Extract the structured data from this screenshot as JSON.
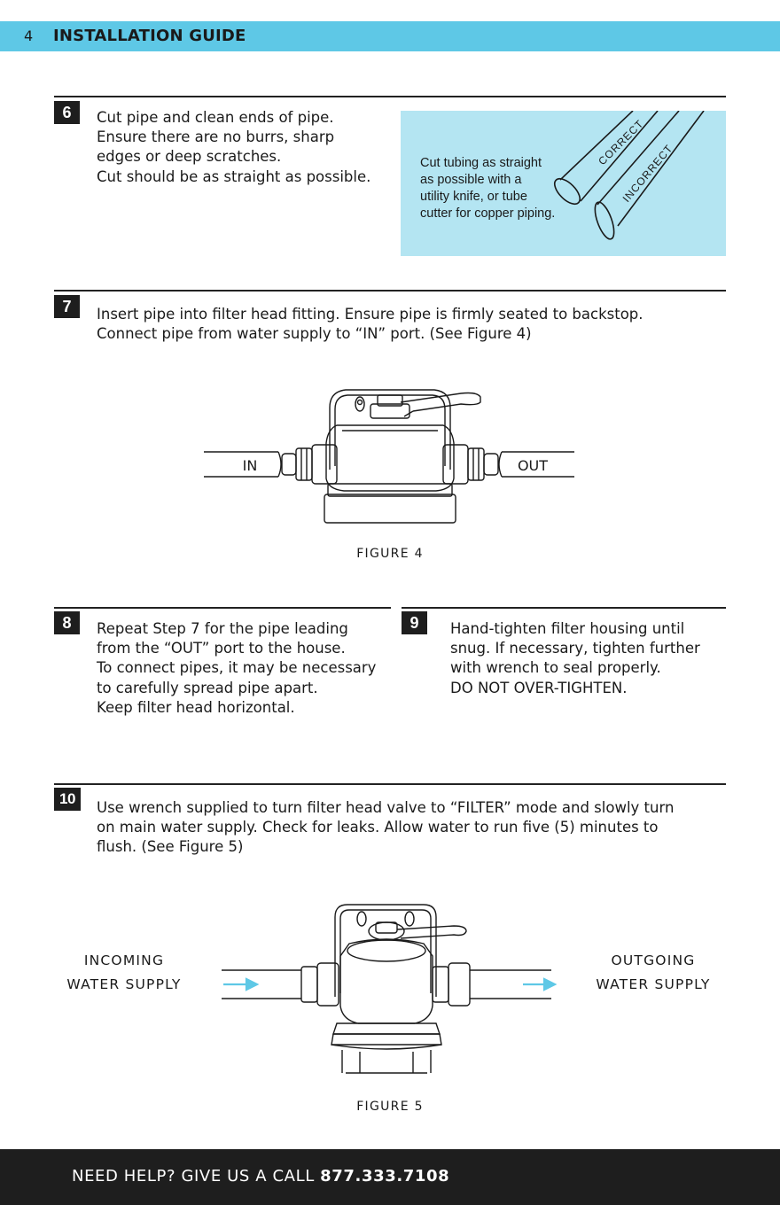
{
  "header": {
    "page_number": "4",
    "title": "INSTALLATION GUIDE"
  },
  "steps": [
    {
      "number": "6",
      "lines": [
        "Cut pipe and clean ends of pipe.",
        "Ensure there are no burrs, sharp",
        "edges or deep scratches.",
        "Cut should be as straight as possible."
      ]
    },
    {
      "number": "7",
      "lines": [
        "Insert pipe into filter head fitting. Ensure pipe is firmly seated to backstop.",
        "Connect pipe from water supply to “IN” port. (See Figure 4)"
      ]
    },
    {
      "number": "8",
      "lines": [
        "Repeat Step 7 for the pipe leading",
        "from the “OUT” port to the house.",
        "To connect pipes, it may be necessary",
        "to carefully spread pipe apart.",
        "Keep filter head horizontal."
      ]
    },
    {
      "number": "9",
      "lines": [
        "Hand-tighten filter housing until",
        "snug. If necessary, tighten further",
        "with wrench to seal properly.",
        "DO NOT OVER-TIGHTEN."
      ]
    },
    {
      "number": "10",
      "lines": [
        "Use wrench supplied to turn filter head valve to “FILTER” mode and slowly turn",
        "on main water supply. Check for leaks. Allow water to run five (5) minutes to",
        "flush. (See Figure 5)"
      ]
    }
  ],
  "tip": {
    "lines": [
      "Cut tubing as straight",
      "as possible with a",
      "utility knife, or tube",
      "cutter for copper piping."
    ],
    "correct_label": "CORRECT",
    "incorrect_label": "INCORRECT"
  },
  "figure4": {
    "in_label": "IN",
    "out_label": "OUT",
    "caption": "FIGURE 4"
  },
  "figure5": {
    "incoming_lines": [
      "INCOMING",
      "WATER SUPPLY"
    ],
    "outgoing_lines": [
      "OUTGOING",
      "WATER SUPPLY"
    ],
    "caption": "FIGURE 5"
  },
  "footer": {
    "text": "NEED HELP? GIVE US A CALL ",
    "phone": "877.333.7108"
  },
  "colors": {
    "header_bar": "#5ec8e6",
    "tip_box": "#b4e5f2",
    "flow_arrow": "#5ec8e6",
    "footer_bar": "#1e1e1e"
  }
}
